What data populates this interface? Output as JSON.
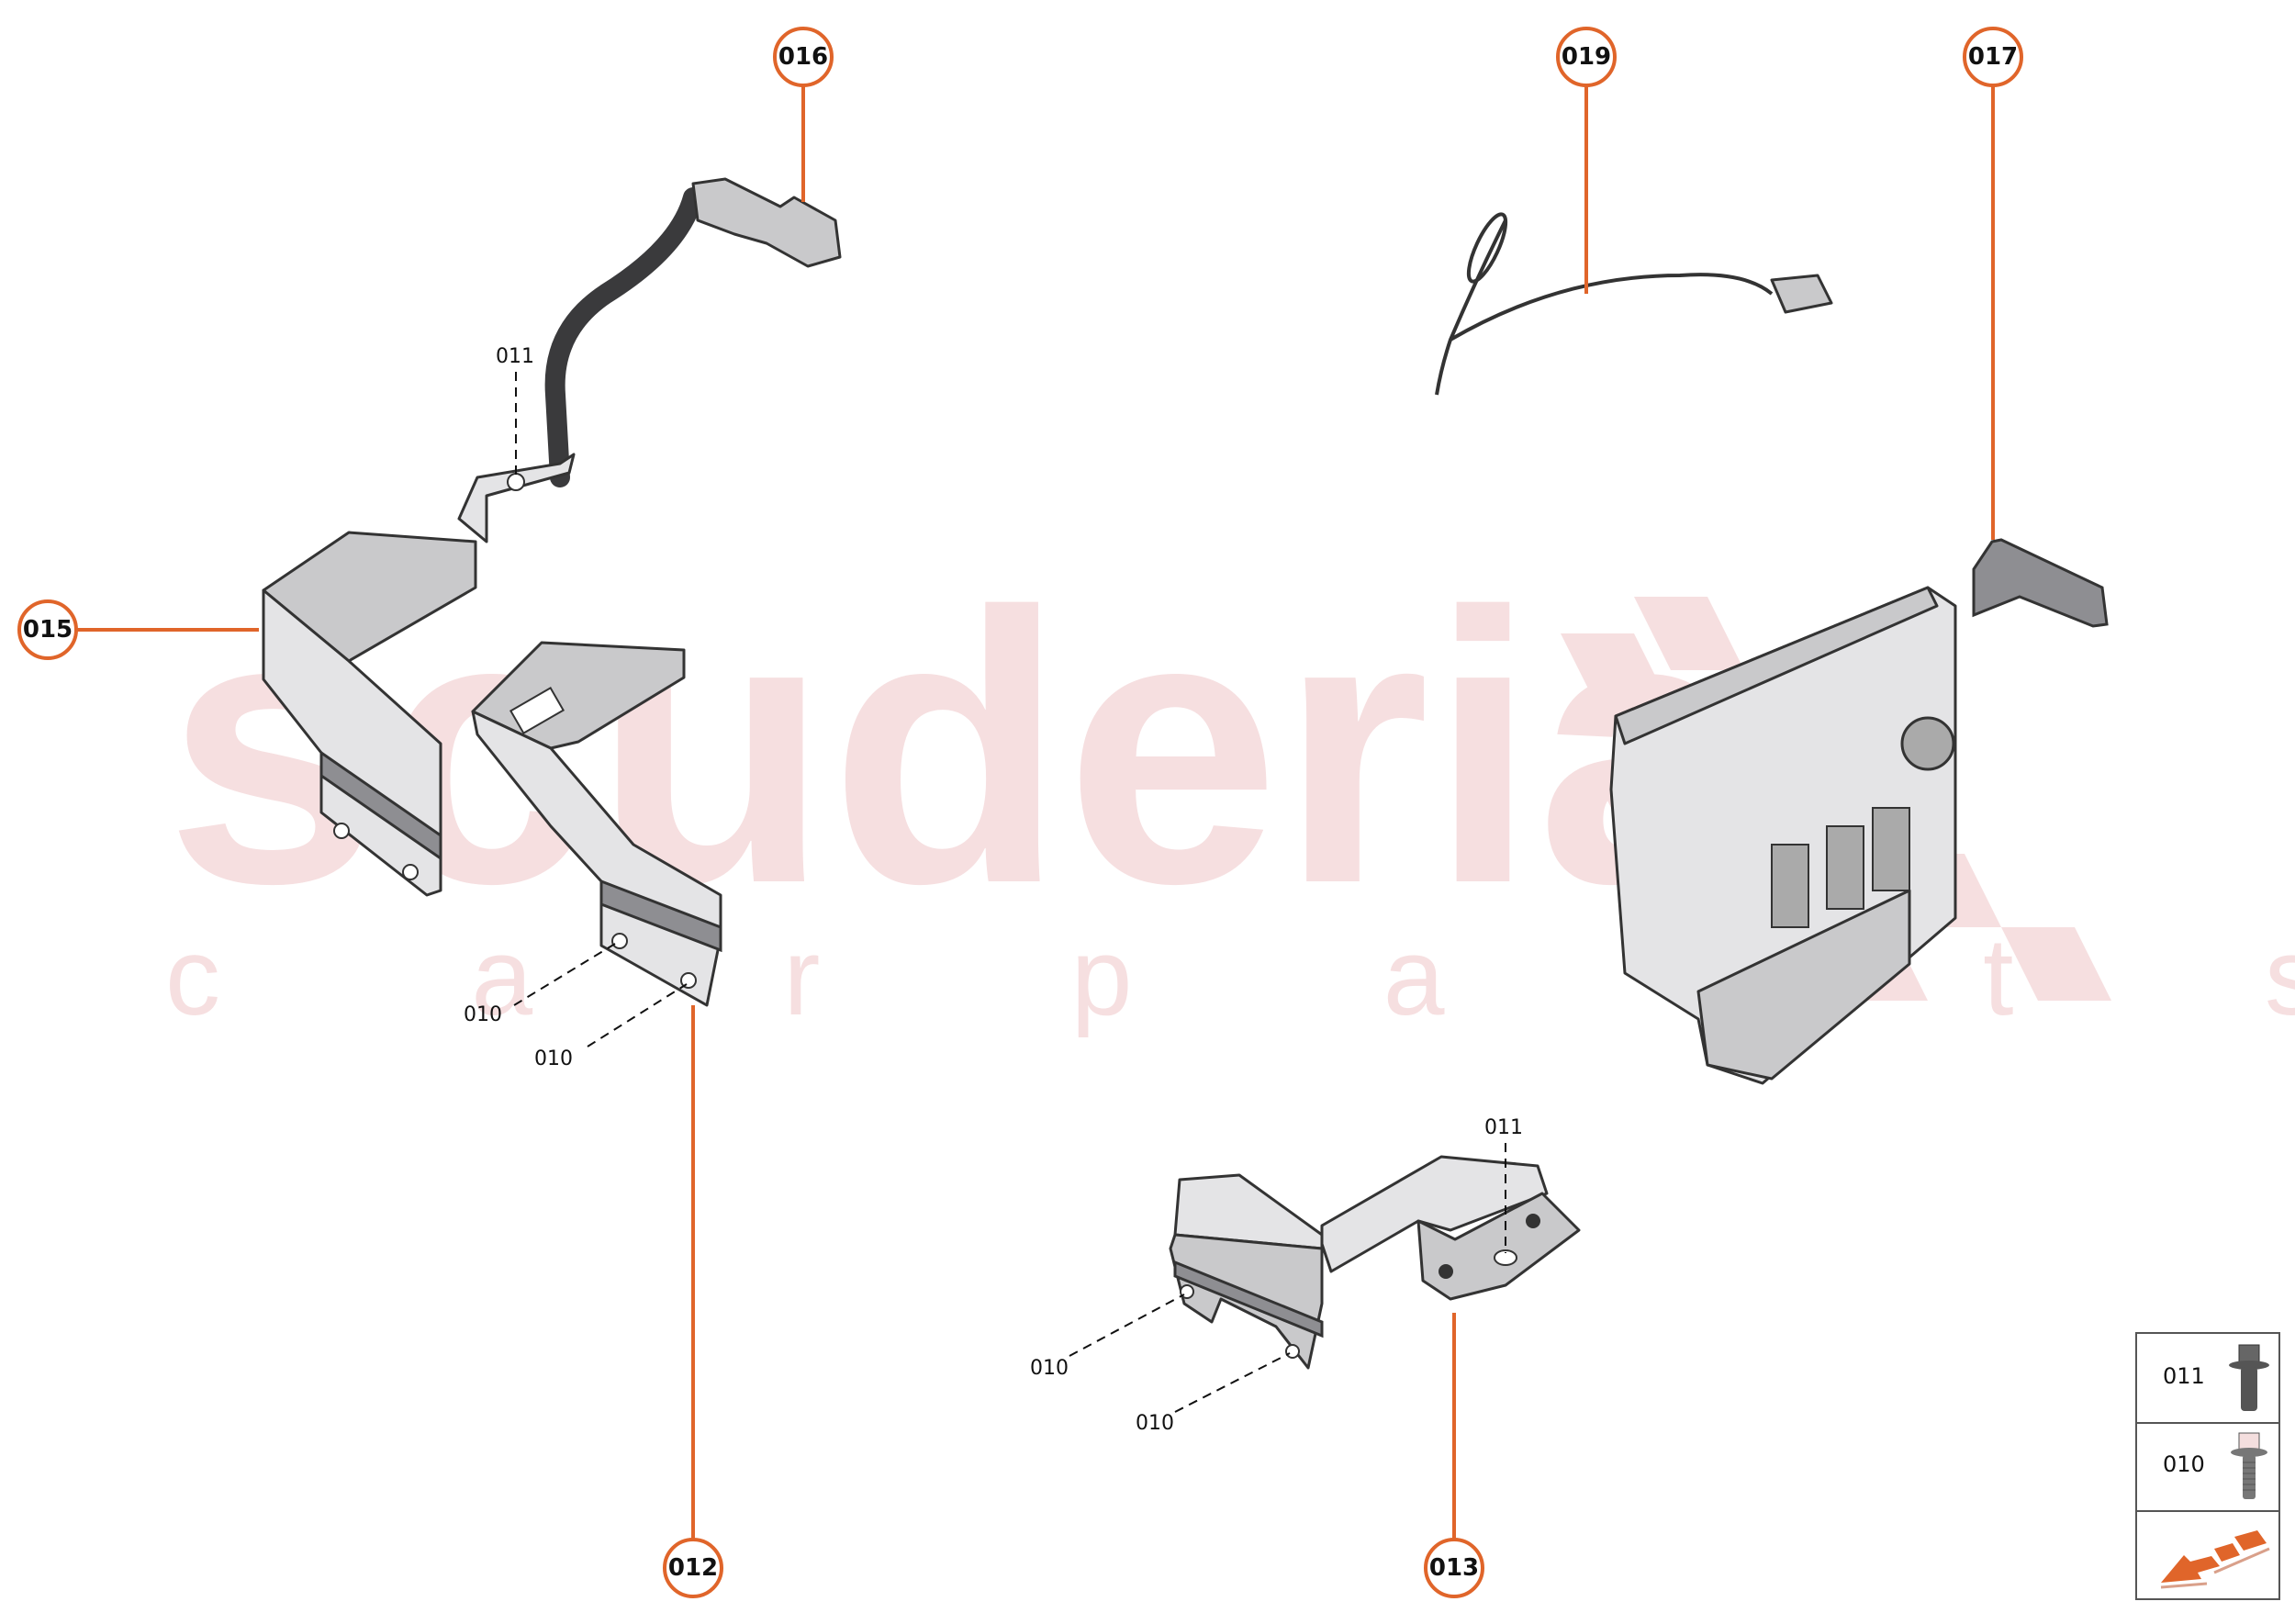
{
  "watermark": {
    "main": "scuderia",
    "sub": "c a r p a r t s"
  },
  "colors": {
    "callout": "#e0652a",
    "watermark": "#f6dfe0",
    "part_fill": "#c9c9cb",
    "outline": "#333333"
  },
  "callouts": [
    {
      "id": "016",
      "label": "016"
    },
    {
      "id": "019",
      "label": "019"
    },
    {
      "id": "017",
      "label": "017"
    },
    {
      "id": "015",
      "label": "015"
    },
    {
      "id": "012",
      "label": "012"
    },
    {
      "id": "013",
      "label": "013"
    }
  ],
  "references": [
    {
      "label": "011",
      "part": "016"
    },
    {
      "label": "010",
      "part": "012"
    },
    {
      "label": "010",
      "part": "012"
    },
    {
      "label": "011",
      "part": "013"
    },
    {
      "label": "010",
      "part": "013"
    },
    {
      "label": "010",
      "part": "013"
    }
  ],
  "legend": {
    "items": [
      {
        "label": "011",
        "icon": "flange-bolt-smooth-icon"
      },
      {
        "label": "010",
        "icon": "flange-bolt-threaded-icon"
      },
      {
        "label": "",
        "icon": "next-page-arrow-icon"
      }
    ]
  }
}
